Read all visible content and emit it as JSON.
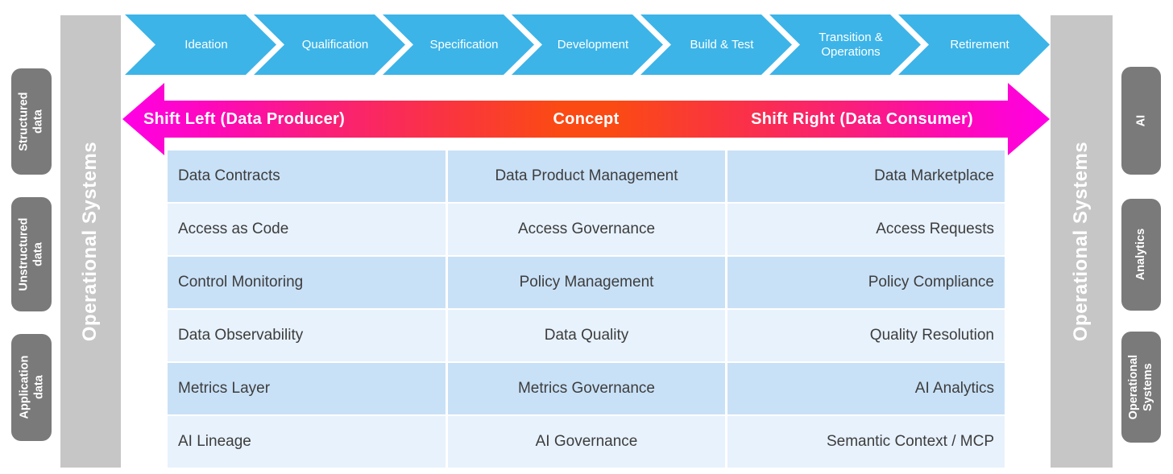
{
  "lifecycle": {
    "stages": [
      "Ideation",
      "Qualification",
      "Specification",
      "Development",
      "Build & Test",
      "Transition & Operations",
      "Retirement"
    ]
  },
  "arrow": {
    "left_label": "Shift Left (Data Producer)",
    "center_label": "Concept",
    "right_label": "Shift Right (Data Consumer)"
  },
  "left_rail": {
    "bar_label": "Operational Systems",
    "boxes": [
      "Structured data",
      "Unstructured data",
      "Application data"
    ]
  },
  "right_rail": {
    "bar_label": "Operational Systems",
    "boxes": [
      "AI",
      "Analytics",
      "Operational Systems"
    ]
  },
  "matrix": {
    "rows": [
      [
        "Data Contracts",
        "Data Product Management",
        "Data Marketplace"
      ],
      [
        "Access as Code",
        "Access Governance",
        "Access Requests"
      ],
      [
        "Control Monitoring",
        "Policy Management",
        "Policy Compliance"
      ],
      [
        "Data Observability",
        "Data Quality",
        "Quality Resolution"
      ],
      [
        "Metrics Layer",
        "Metrics Governance",
        "AI Analytics"
      ],
      [
        "AI Lineage",
        "AI Governance",
        "Semantic Context / MCP"
      ]
    ]
  },
  "colors": {
    "chevron_blue": "#3CB4E8",
    "arrow_magenta": "#FF00E6",
    "arrow_orange": "#FB4A14",
    "bar_gray": "#C6C6C6",
    "box_gray": "#7A7A7A",
    "row_dark": "#C9E1F7",
    "row_light": "#E8F2FC"
  }
}
